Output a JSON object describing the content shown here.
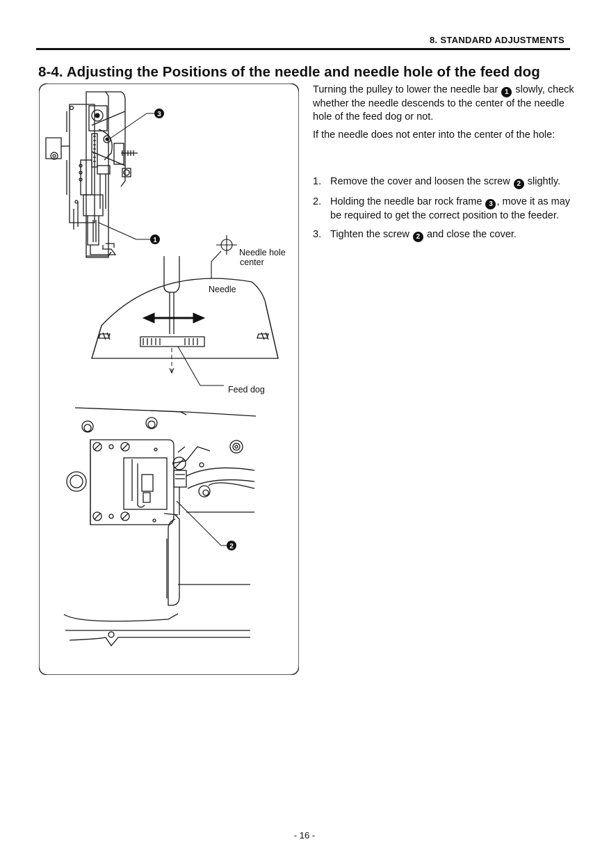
{
  "header": {
    "section": "8. STANDARD ADJUSTMENTS"
  },
  "title": "8-4. Adjusting the Positions of the needle and needle hole of the feed dog",
  "figure": {
    "callouts": {
      "needle_bar": "1",
      "screw": "2",
      "rock_frame": "3"
    },
    "labels": {
      "needle_hole_1": "Needle hole",
      "needle_hole_2": "center",
      "needle": "Needle",
      "feed_dog": "Feed dog"
    }
  },
  "text": {
    "intro_a": "Turning the pulley to lower the needle bar",
    "intro_b": "slowly, check whether the needle descends to the center of the needle hole of the feed dog or not.",
    "condition": "If the needle does not enter into the center of the hole:",
    "steps": [
      {
        "num": "1.",
        "a": "Remove the cover and loosen the screw",
        "b": "slightly."
      },
      {
        "num": "2.",
        "a": "Holding the needle bar rock frame",
        "b": ", move it as may be required to get the correct position to the feeder."
      },
      {
        "num": "3.",
        "a": "Tighten the screw",
        "b": "and close the cover."
      }
    ]
  },
  "page_number": "- 16 -"
}
